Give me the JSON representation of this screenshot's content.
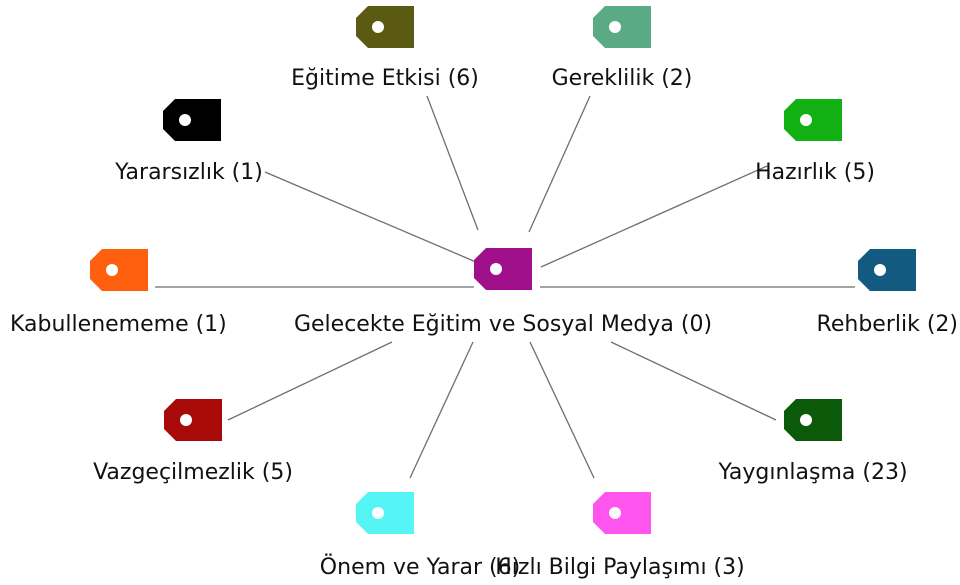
{
  "center": {
    "label": "Gelecekte Eğitim ve Sosyal Medya (0)",
    "color": "#a0108a",
    "icon": "tag-icon"
  },
  "nodes": [
    {
      "id": "egitime-etkisi",
      "label": "Eğitime Etkisi (6)",
      "color": "#5a5a12",
      "icon": "tag-icon"
    },
    {
      "id": "gereklilik",
      "label": "Gereklilik (2)",
      "color": "#5aaa86",
      "icon": "tag-icon"
    },
    {
      "id": "yararsizlik",
      "label": "Yararsızlık (1)",
      "color": "#000000",
      "icon": "tag-icon"
    },
    {
      "id": "hazirlik",
      "label": "Hazırlık (5)",
      "color": "#12b012",
      "icon": "tag-icon"
    },
    {
      "id": "kabullenememe",
      "label": "Kabullenememe (1)",
      "color": "#ff6010",
      "icon": "tag-icon"
    },
    {
      "id": "rehberlik",
      "label": "Rehberlik (2)",
      "color": "#125a80",
      "icon": "tag-icon"
    },
    {
      "id": "vazgecilmezlik",
      "label": "Vazgeçilmezlik (5)",
      "color": "#a80a0a",
      "icon": "tag-icon"
    },
    {
      "id": "yayginlasma",
      "label": "Yaygınlaşma (23)",
      "color": "#0a5a0a",
      "icon": "tag-icon"
    },
    {
      "id": "onem-ve-yarar",
      "label": "Önem ve Yarar (6)",
      "color": "#55f5f5",
      "icon": "tag-icon"
    },
    {
      "id": "hizli-bilgi",
      "label": "Hızlı Bilgi Paylaşımı (3)",
      "color": "#ff55ee",
      "icon": "tag-icon"
    }
  ],
  "edges": [
    [
      "center",
      "egitime-etkisi"
    ],
    [
      "center",
      "gereklilik"
    ],
    [
      "center",
      "yararsizlik"
    ],
    [
      "center",
      "hazirlik"
    ],
    [
      "center",
      "kabullenememe"
    ],
    [
      "center",
      "rehberlik"
    ],
    [
      "center",
      "vazgecilmezlik"
    ],
    [
      "center",
      "yayginlasma"
    ],
    [
      "center",
      "onem-ve-yarar"
    ],
    [
      "center",
      "hizli-bilgi"
    ]
  ]
}
